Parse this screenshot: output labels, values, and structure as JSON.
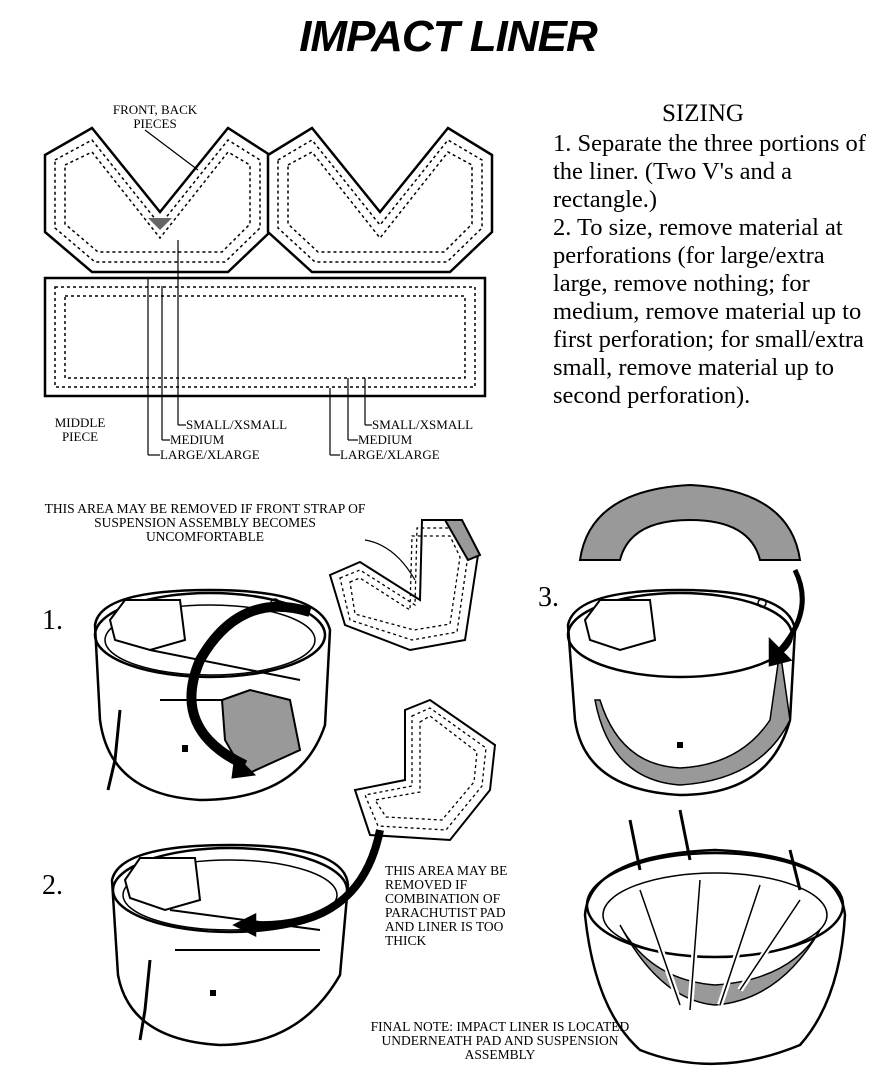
{
  "title": "IMPACT LINER",
  "sizing": {
    "heading": "SIZING",
    "steps": [
      "1. Separate the three portions of the liner. (Two V's and a rectangle.)",
      "2. To size, remove material at perforations (for large/extra large, remove nothing; for medium, remove material up to first perforation; for small/extra small, remove material up to second perforation)."
    ]
  },
  "diagram_labels": {
    "front_back": "FRONT, BACK PIECES",
    "middle": "MIDDLE PIECE",
    "small_left": "SMALL/XSMALL",
    "medium_left": "MEDIUM",
    "large_left": "LARGE/XLARGE",
    "small_right": "SMALL/XSMALL",
    "medium_right": "MEDIUM",
    "large_right": "LARGE/XLARGE"
  },
  "steps": {
    "step1": "1.",
    "step2": "2.",
    "step3": "3."
  },
  "notes": {
    "front_strap": "THIS AREA MAY BE REMOVED IF FRONT STRAP OF SUSPENSION ASSEMBLY BECOMES UNCOMFORTABLE",
    "parachutist": "THIS AREA MAY BE REMOVED IF COMBINATION OF PARACHUTIST PAD AND LINER IS TOO THICK",
    "final": "FINAL NOTE: IMPACT LINER IS LOCATED UNDERNEATH PAD AND SUSPENSION ASSEMBLY"
  }
}
